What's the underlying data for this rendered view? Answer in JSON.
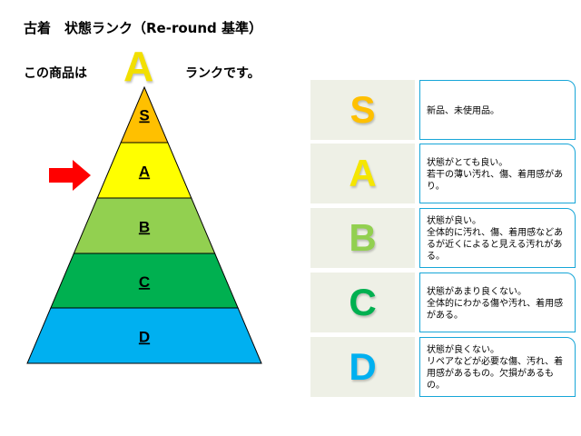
{
  "header": {
    "title": "古着　状態ランク（Re-round 基準）",
    "rank_prefix": "この商品は",
    "current_rank": "A",
    "rank_suffix": "ランクです。"
  },
  "pyramid": {
    "levels": [
      {
        "label": "S",
        "color": "#ffc000"
      },
      {
        "label": "A",
        "color": "#ffff00"
      },
      {
        "label": "B",
        "color": "#92d050"
      },
      {
        "label": "C",
        "color": "#00b050"
      },
      {
        "label": "D",
        "color": "#00b0f0"
      }
    ],
    "pointer_color": "#ff0000",
    "pointer_level": "A"
  },
  "legend": [
    {
      "letter": "S",
      "color": "#ffc000",
      "description": "新品、未使用品。"
    },
    {
      "letter": "A",
      "color": "#ffff00",
      "description": "状態がとても良い。\n若干の薄い汚れ、傷、着用感があり。"
    },
    {
      "letter": "B",
      "color": "#92d050",
      "description": "状態が良い。\n全体的に汚れ、傷、着用感などあるが近くによると見える汚れがある。"
    },
    {
      "letter": "C",
      "color": "#00b050",
      "description": "状態があまり良くない。\n全体的にわかる傷や汚れ、着用感がある。"
    },
    {
      "letter": "D",
      "color": "#00b0f0",
      "description": "状態が良くない。\nリペアなどが必要な傷、汚れ、着用感があるもの。欠損があるもの。"
    }
  ]
}
